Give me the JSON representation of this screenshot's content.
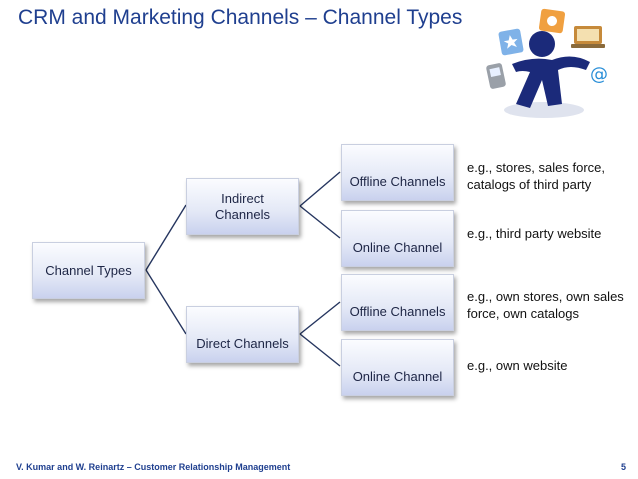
{
  "title": "CRM and Marketing Channels – Channel Types",
  "diagram": {
    "root": "Channel Types",
    "level1": [
      "Indirect Channels",
      "Direct Channels"
    ],
    "level2": [
      "Offline Channels",
      "Online Channel",
      "Offline Channels",
      "Online Channel"
    ],
    "examples": [
      "e.g., stores, sales force, catalogs of third party",
      "e.g., third party website",
      "e.g., own stores, own sales force, own catalogs",
      "e.g., own website"
    ]
  },
  "footer": {
    "citation": "V. Kumar and W. Reinartz – Customer Relationship Management",
    "page": "5"
  }
}
